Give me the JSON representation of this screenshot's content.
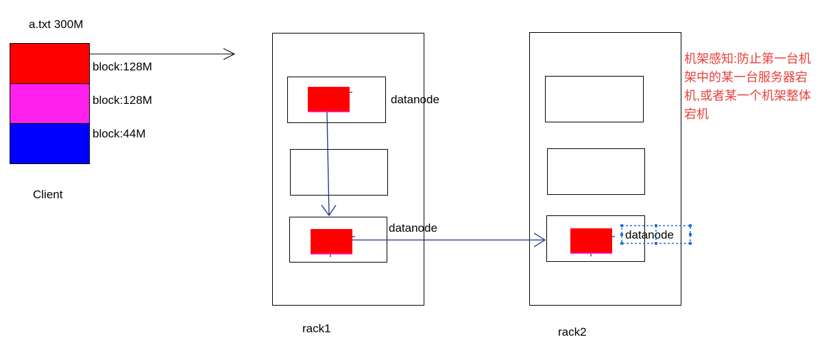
{
  "client": {
    "file_label": "a.txt  300M",
    "caption": "Client",
    "blocks": [
      {
        "label": "block:128M",
        "color": "#ff0000"
      },
      {
        "label": "block:128M",
        "color": "#ff20ee"
      },
      {
        "label": "block:44M",
        "color": "#0000ff"
      }
    ]
  },
  "racks": [
    {
      "label": "rack1",
      "datanodes": [
        "datanode",
        "",
        "datanode"
      ]
    },
    {
      "label": "rack2",
      "datanodes": [
        "",
        "",
        "datanode"
      ]
    }
  ],
  "note": {
    "text": "机架感知:防止第一台机架中的某一台服务器宕机,或者某一个机架整体宕机",
    "color": "#e8403a"
  },
  "colors": {
    "block_red": "#ff0000",
    "arrow_blue": "#1a2a8a",
    "selection_blue": "#1e6fd9"
  }
}
